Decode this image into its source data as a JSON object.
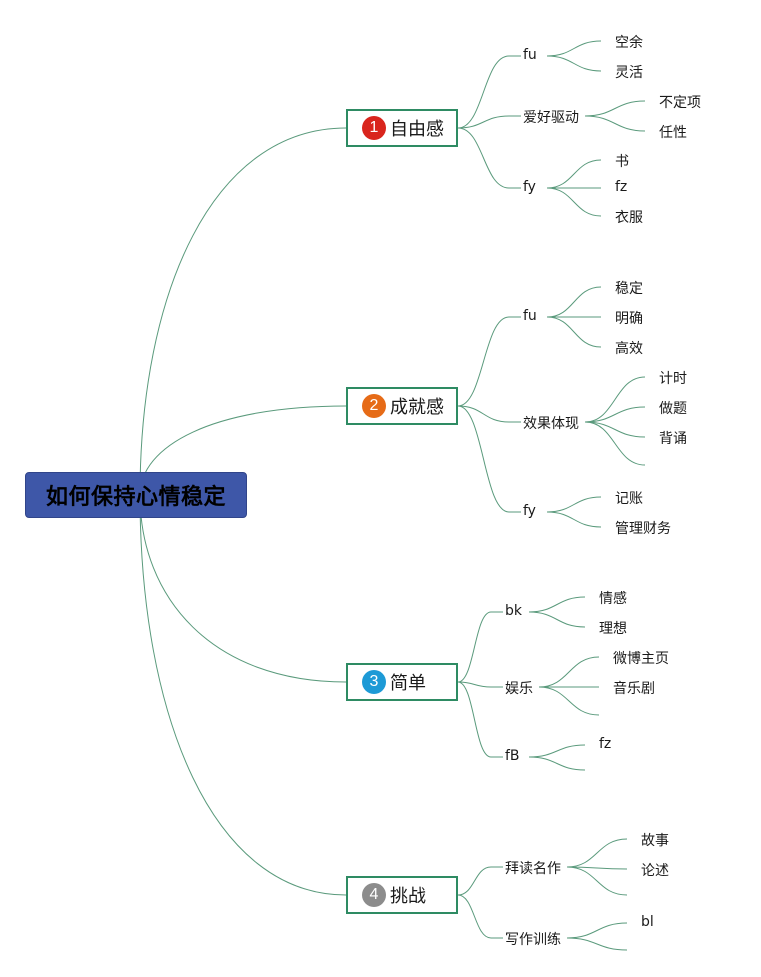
{
  "root": {
    "label": "如何保持心情稳定"
  },
  "branches": [
    {
      "badge": "1",
      "badge_color": "#d9251d",
      "label": "自由感",
      "children": [
        {
          "label": "fu",
          "children": [
            "空余",
            "灵活"
          ]
        },
        {
          "label": "爱好驱动",
          "children": [
            "不定项",
            "任性"
          ]
        },
        {
          "label": "fy",
          "children": [
            "书",
            "fz",
            "衣服"
          ]
        }
      ]
    },
    {
      "badge": "2",
      "badge_color": "#e66b17",
      "label": "成就感",
      "children": [
        {
          "label": "fu",
          "children": [
            "稳定",
            "明确",
            "高效"
          ]
        },
        {
          "label": "效果体现",
          "children": [
            "计时",
            "做题",
            "背诵",
            ""
          ]
        },
        {
          "label": "fy",
          "children": [
            "记账",
            "管理财务"
          ]
        }
      ]
    },
    {
      "badge": "3",
      "badge_color": "#1d9ad6",
      "label": "简单",
      "children": [
        {
          "label": "bk",
          "children": [
            "情感",
            "理想"
          ]
        },
        {
          "label": "娱乐",
          "children": [
            "微博主页",
            "音乐剧",
            ""
          ]
        },
        {
          "label": "fB",
          "children": [
            "fz",
            ""
          ]
        }
      ]
    },
    {
      "badge": "4",
      "badge_color": "#8c8c8c",
      "label": "挑战",
      "children": [
        {
          "label": "拜读名作",
          "children": [
            "故事",
            "论述",
            ""
          ]
        },
        {
          "label": "写作训练",
          "children": [
            "bl",
            ""
          ]
        }
      ]
    }
  ],
  "colors": {
    "line": "#5a9a7c",
    "branch_border": "#2e8b63",
    "root_fill": "#3e57a8"
  }
}
